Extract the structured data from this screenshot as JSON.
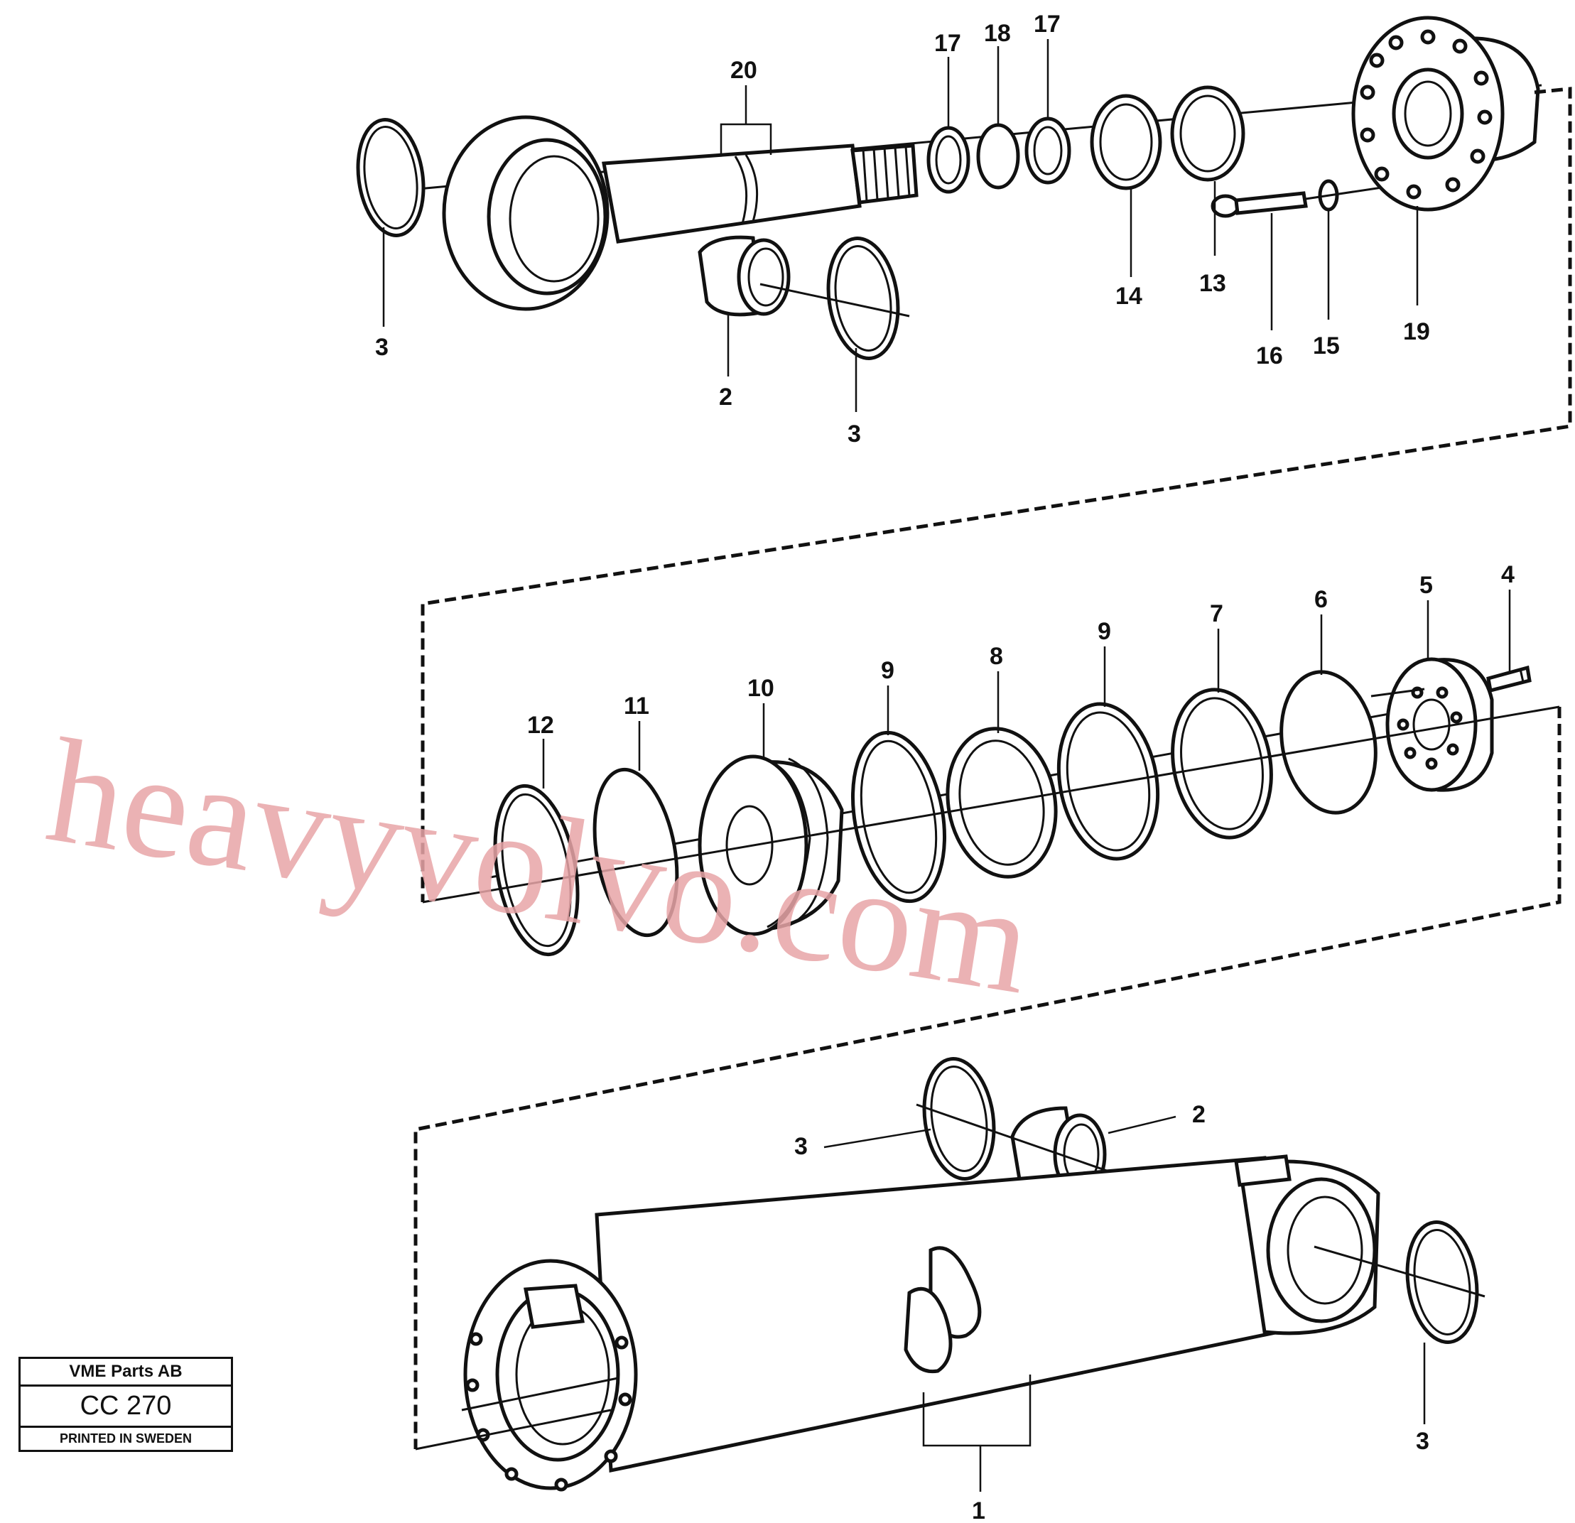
{
  "watermark": "heavyvolvo.com",
  "title_block": {
    "company": "VME Parts AB",
    "code": "CC 270",
    "printed": "PRINTED IN SWEDEN"
  },
  "callouts": {
    "top": {
      "c20": "20",
      "c17a": "17",
      "c18": "18",
      "c17b": "17",
      "c3a": "3",
      "c2": "2",
      "c3b": "3",
      "c14": "14",
      "c13": "13",
      "c16": "16",
      "c15": "15",
      "c19": "19"
    },
    "middle": {
      "c12": "12",
      "c11": "11",
      "c10": "10",
      "c9a": "9",
      "c8": "8",
      "c9b": "9",
      "c7": "7",
      "c6": "6",
      "c5": "5",
      "c4": "4"
    },
    "bottom": {
      "c3a": "3",
      "c2": "2",
      "c3b": "3",
      "c1": "1"
    }
  }
}
